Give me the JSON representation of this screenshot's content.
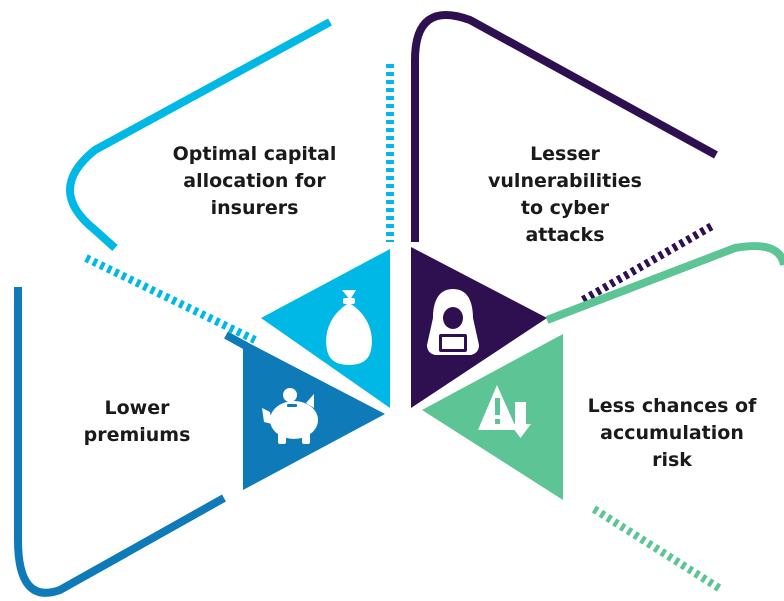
{
  "colors": {
    "light_blue": "#00b8e6",
    "purple": "#2e0f4f",
    "green": "#5cc495",
    "dark_blue": "#0f7ab8",
    "icon": "#ffffff"
  },
  "segments": [
    {
      "id": "capital",
      "color_key": "light_blue",
      "icon": "money-bag-icon",
      "lines": [
        "Optimal capital",
        "allocation for",
        "insurers"
      ]
    },
    {
      "id": "cyber",
      "color_key": "purple",
      "icon": "hooded-hacker-icon",
      "lines": [
        "Lesser",
        "vulnerabilities",
        "to cyber",
        "attacks"
      ]
    },
    {
      "id": "accumulation",
      "color_key": "green",
      "icon": "warning-down-arrow-icon",
      "lines": [
        "Less chances of",
        "accumulation",
        "risk"
      ]
    },
    {
      "id": "premiums",
      "color_key": "dark_blue",
      "icon": "piggy-bank-icon",
      "lines": [
        "Lower",
        "premiums"
      ]
    }
  ]
}
